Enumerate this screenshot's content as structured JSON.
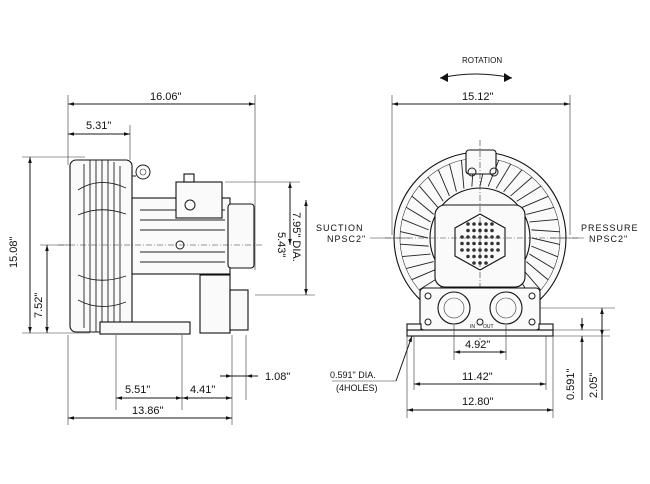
{
  "rotation_label": "ROTATION",
  "side_view": {
    "overall_length": "16.06\"",
    "inlet_offset": "5.31\"",
    "overall_height": "15.08\"",
    "center_height": "7.52\"",
    "motor_offset": "5.43\"",
    "motor_dia": "7.95\" DIA.",
    "base_front": "5.51\"",
    "base_mid": "4.41\"",
    "base_rear": "1.08\"",
    "base_length": "13.86\""
  },
  "front_view": {
    "overall_width": "15.12\"",
    "suction_label": "SUCTION",
    "suction_port": "NPSC2\"",
    "pressure_label": "PRESSURE",
    "pressure_port": "NPSC2\"",
    "port_spacing": "4.92\"",
    "hole_spacing": "11.42\"",
    "base_width": "12.80\"",
    "hole_dia": "0.591\" DIA.",
    "hole_count": "(4HOLES)",
    "foot_height": "0.591\"",
    "port_height": "2.05\"",
    "port_in_label": "IN",
    "port_out_label": "OUT"
  }
}
